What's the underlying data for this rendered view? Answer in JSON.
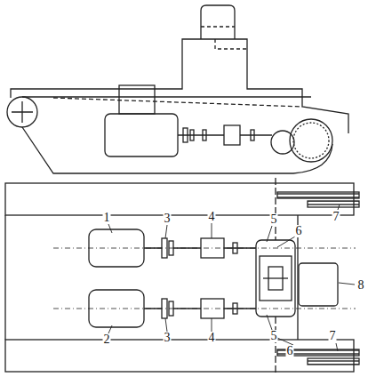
{
  "diagram": {
    "labels": [
      "1",
      "3",
      "4",
      "5",
      "6",
      "7",
      "8",
      "2",
      "3",
      "4",
      "5",
      "6",
      "7"
    ]
  }
}
